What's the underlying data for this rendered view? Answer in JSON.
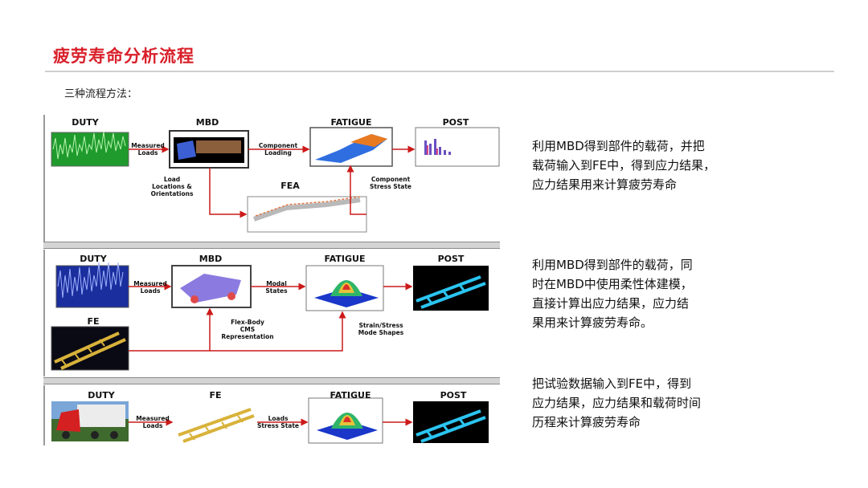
{
  "page": {
    "title": "疲劳寿命分析流程",
    "subtitle": "三种流程方法："
  },
  "flows": [
    {
      "headers": {
        "duty": "DUTY",
        "mbd": "MBD",
        "fatigue": "FATIGUE",
        "post": "POST",
        "fea": "FEA"
      },
      "labels": {
        "measured_loads": [
          "Measured",
          "Loads"
        ],
        "component_loading": [
          "Component",
          "Loading"
        ],
        "load_locations": [
          "Load",
          "Locations &",
          "Orientations"
        ],
        "component_stress": [
          "Component",
          "Stress State"
        ]
      },
      "description": [
        "利用MBD得到部件的载荷，并把",
        "载荷输入到FE中，得到应力结果，",
        "应力结果用来计算疲劳寿命"
      ]
    },
    {
      "headers": {
        "duty": "DUTY",
        "mbd": "MBD",
        "fatigue": "FATIGUE",
        "post": "POST",
        "fe": "FE"
      },
      "labels": {
        "measured_loads": [
          "Measured",
          "Loads"
        ],
        "modal_states": [
          "Modal",
          "States"
        ],
        "flex_body": [
          "Flex-Body",
          "CMS",
          "Representation"
        ],
        "strain_stress": [
          "Strain/Stress",
          "Mode Shapes"
        ]
      },
      "description": [
        "利用MBD得到部件的载荷，同",
        "时在MBD中使用柔性体建模，",
        "直接计算出应力结果，应力结",
        "果用来计算疲劳寿命。"
      ]
    },
    {
      "headers": {
        "duty": "DUTY",
        "fe": "FE",
        "fatigue": "FATIGUE",
        "post": "POST"
      },
      "labels": {
        "measured_loads": [
          "Measured",
          "Loads"
        ],
        "loads_stress": [
          "Loads",
          "Stress State"
        ]
      },
      "description": [
        "把试验数据输入到FE中，得到",
        "应力结果，应力结果和载荷时间",
        "历程来计算疲劳寿命"
      ]
    }
  ],
  "colors": {
    "title": "#d9202a",
    "arrow": "#cc1a1a"
  }
}
